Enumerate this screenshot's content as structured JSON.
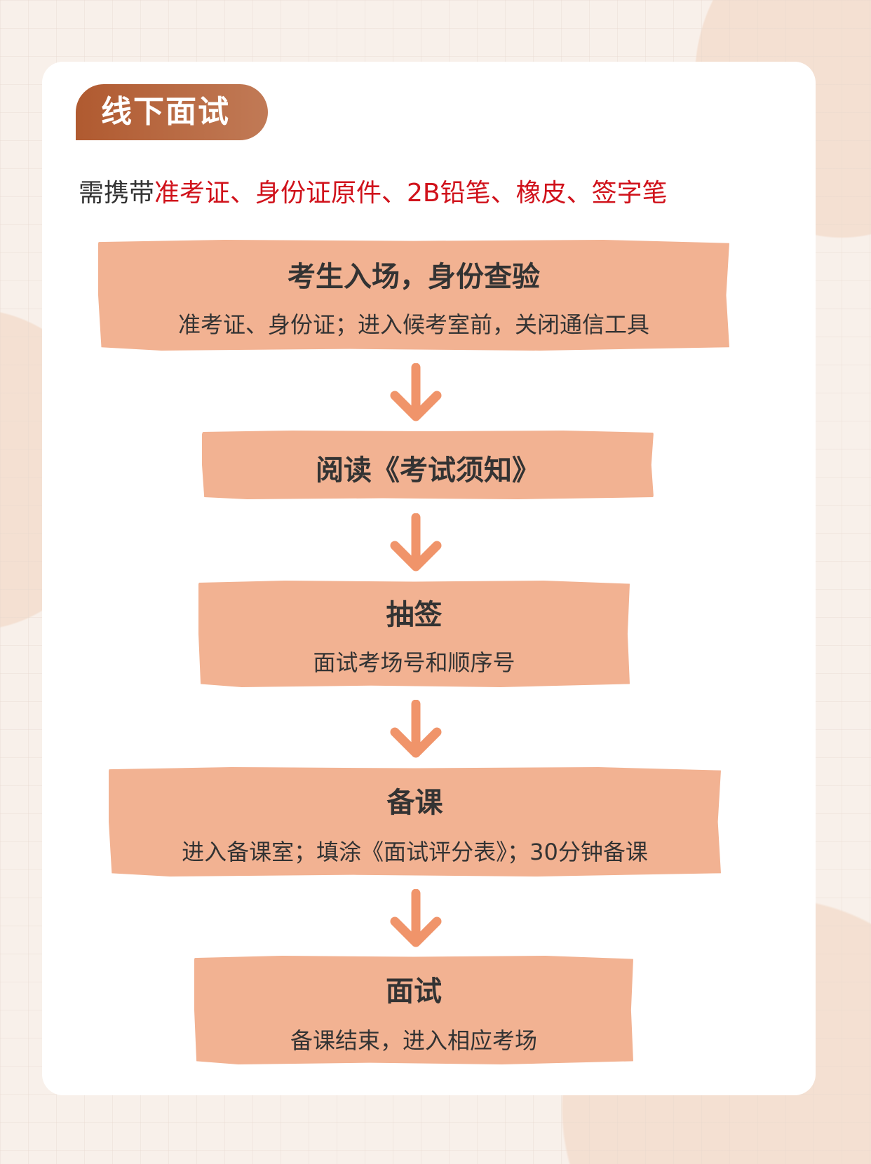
{
  "header": {
    "title": "线下面试"
  },
  "carry": {
    "segments": [
      {
        "text": "需携带",
        "highlight": false
      },
      {
        "text": "准考证、身份证原件、2B铅笔、橡皮、签字笔",
        "highlight": true
      }
    ]
  },
  "steps": [
    {
      "title": "考生入场，身份查验",
      "desc": "准考证、身份证；进入候考室前，关闭通信工具"
    },
    {
      "title": "阅读《考试须知》"
    },
    {
      "title": "抽签",
      "desc": "面试考场号和顺序号"
    },
    {
      "title": "备课",
      "desc": "进入备课室；填涂《面试评分表》；30分钟备课"
    },
    {
      "title": "面试",
      "desc": "备课结束，进入相应考场"
    }
  ],
  "colors": {
    "box": "#f2b292",
    "arrow": "#f0946a",
    "highlight": "#d0121b",
    "badge": "#b05a30"
  }
}
